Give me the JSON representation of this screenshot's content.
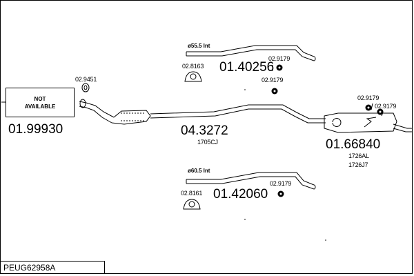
{
  "diagram": {
    "not_available_box": {
      "line1": "NOT",
      "line2": "AVAILABLE"
    },
    "parts": {
      "front_section": {
        "number": "01.99930"
      },
      "centre_section": {
        "number": "04.3272",
        "code": "1705CJ"
      },
      "rear_silencer": {
        "number": "01.66840",
        "code1": "1726AL",
        "code2": "1726J7"
      },
      "upper_tailpipe": {
        "number": "01.40256",
        "diameter": "ø55.5 Int"
      },
      "lower_tailpipe": {
        "number": "01.42060",
        "diameter": "ø60.5 Int"
      }
    },
    "fittings": {
      "gasket": "02.9451",
      "upper_mount": "02.8163",
      "lower_mount": "02.8161",
      "rubber_upper_a": "02.9179",
      "rubber_upper_b": "02.9179",
      "rubber_lower": "02.9179",
      "rubber_rear_a": "02.9179",
      "rubber_rear_b": "02.9179"
    },
    "reference": "PEUG62958A"
  }
}
